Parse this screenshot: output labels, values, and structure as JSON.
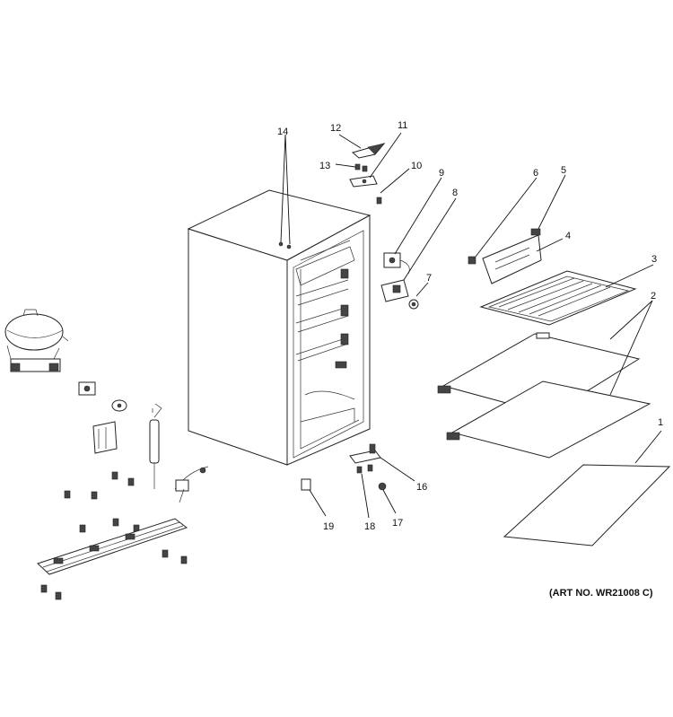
{
  "diagram": {
    "art_number": "(ART NO. WR21008 C)",
    "callouts": [
      "1",
      "2",
      "2",
      "3",
      "4",
      "5",
      "6",
      "7",
      "8",
      "9",
      "10",
      "11",
      "12",
      "13",
      "14",
      "16",
      "17",
      "18",
      "19"
    ]
  }
}
